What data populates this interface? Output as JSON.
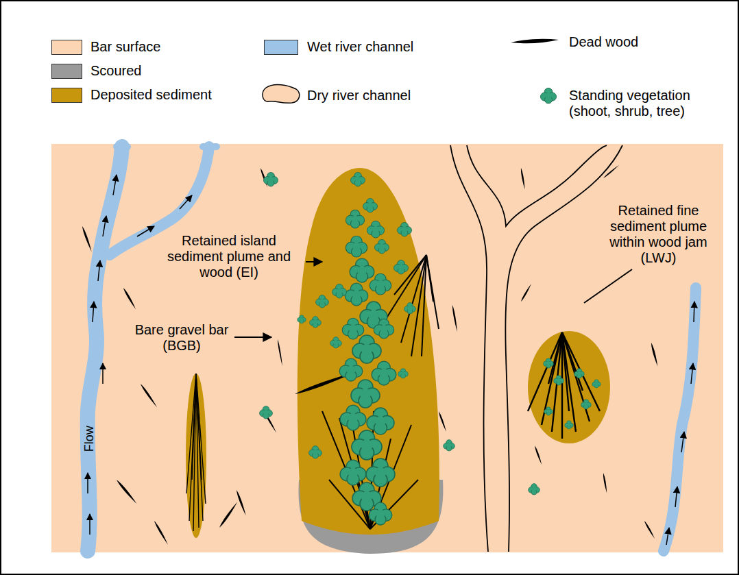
{
  "diagram": {
    "labels": [
      "Retained island sediment plume and wood (EI)",
      "Bare gravel bar (BGB)",
      "Retained fine sediment plume within wood jam (LWJ)",
      "Flow"
    ],
    "legend": [
      {
        "text": "Bar surface",
        "color": "#fcd5b5"
      },
      {
        "text": "Scoured",
        "color": "#9a9a9a"
      },
      {
        "text": "Deposited sediment",
        "color": "#c8960c"
      },
      {
        "text": "Wet river channel",
        "color": "#9dc3e6"
      },
      {
        "text": "Dry river channel"
      },
      {
        "text": "Dead wood"
      },
      {
        "text": "Standing vegetation (shoot, shrub, tree)"
      }
    ]
  }
}
